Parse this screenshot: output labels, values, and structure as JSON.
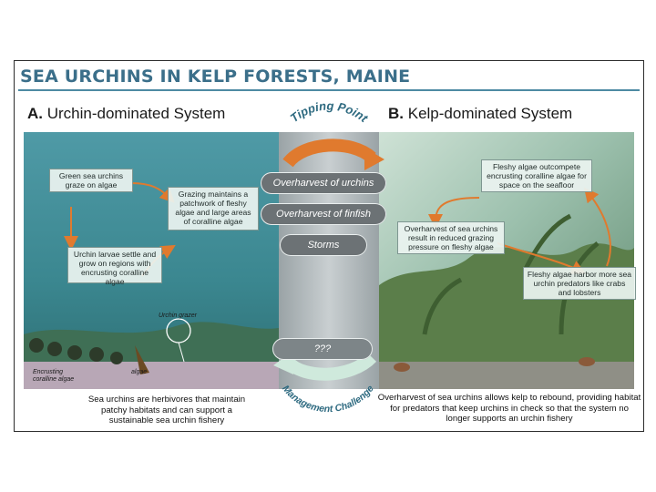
{
  "title": "SEA URCHINS IN KELP FORESTS, MAINE",
  "panel_a": {
    "letter": "A.",
    "label": "Urchin-dominated System"
  },
  "panel_b": {
    "letter": "B.",
    "label": "Kelp-dominated System"
  },
  "tipping_point": "Tipping Point",
  "management_challenge": "Management Challenge",
  "drivers": [
    "Overharvest of urchins",
    "Overharvest of finfish",
    "Storms"
  ],
  "unknown_driver": "???",
  "cycle_a": [
    "Green sea urchins graze on algae",
    "Grazing maintains a patchwork of fleshy algae and large areas of coralline algae",
    "Urchin larvae settle and grow on regions with encrusting coralline algae"
  ],
  "cycle_b": [
    "Fleshy algae outcompete encrusting coralline algae for space on the seafloor",
    "Overharvest of sea urchins result in reduced grazing pressure on fleshy algae",
    "Fleshy algae harbor more sea urchin predators like crabs and lobsters"
  ],
  "labels_a": {
    "urchin_grazer": "Urchin grazer",
    "encrusting": "Encrusting coralline algae",
    "algae": "algae"
  },
  "caption_a": "Sea urchins are herbivores that maintain patchy habitats and can support a sustainable sea urchin fishery",
  "caption_b": "Overharvest of sea urchins allows kelp to rebound, providing habitat for predators that keep urchins in check so that the system no longer supports an urchin fishery",
  "colors": {
    "title": "#3b6f8a",
    "tipping_arrow": "#e07a2e",
    "management_arrow": "#cfe9dc",
    "pill": "#6c7275",
    "cycle_arrow": "#e07a2e"
  }
}
